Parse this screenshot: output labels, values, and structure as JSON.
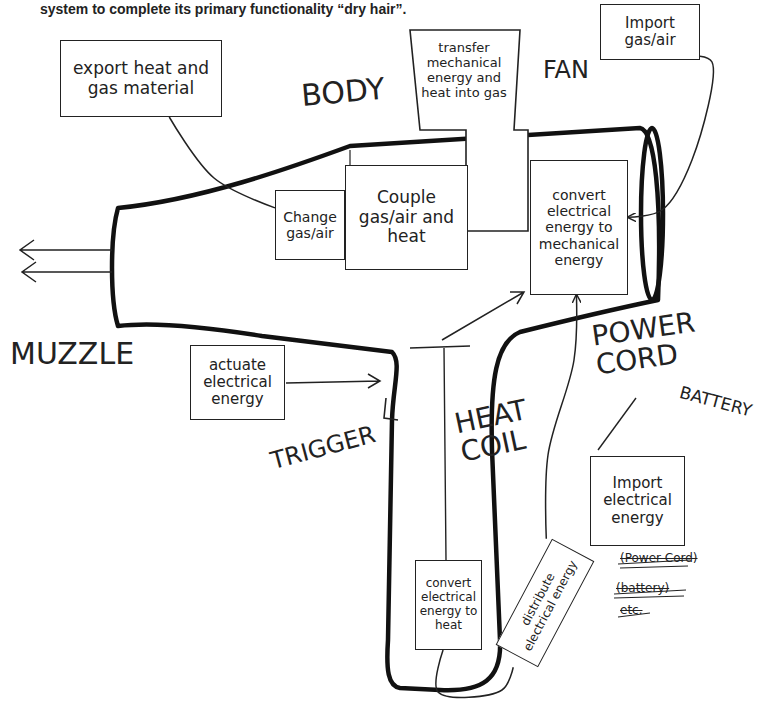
{
  "diagram": {
    "nodes": [
      {
        "text": [
          "export heat and gas material"
        ]
      },
      {
        "text": [
          "transfer mechanical energy and heat into gas"
        ]
      },
      {
        "text": [
          "Import gas/air"
        ]
      },
      {
        "text": [
          "Change gas/air"
        ]
      },
      {
        "text": [
          "Couple gas/air and heat"
        ]
      },
      {
        "text": [
          "convert electrical energy to mechanical energy"
        ]
      },
      {
        "text": [
          "actuate electrical energy"
        ]
      },
      {
        "text": [
          "Import electrical energy"
        ]
      },
      {
        "text": [
          "convert electrical energy to heat"
        ]
      },
      {
        "text": [
          "distribute electrical energy"
        ]
      }
    ],
    "edges": [
      {
        "from": 0,
        "to": 3,
        "arrow": "none"
      },
      {
        "from": 2,
        "to": 5,
        "arrow": "to"
      },
      {
        "from": 9,
        "to": 5,
        "arrow": "to"
      },
      {
        "from": 8,
        "to": 9,
        "arrow": "none"
      }
    ],
    "labels": [
      "system to complete its primary functionality “dry hair”.",
      "BODY",
      "FAN",
      "MUZZLE",
      "TRIGGER",
      "HEAT COIL",
      "POWER CORD",
      "BATTERY",
      "(Power Cord)",
      "(battery)",
      "etc."
    ]
  }
}
